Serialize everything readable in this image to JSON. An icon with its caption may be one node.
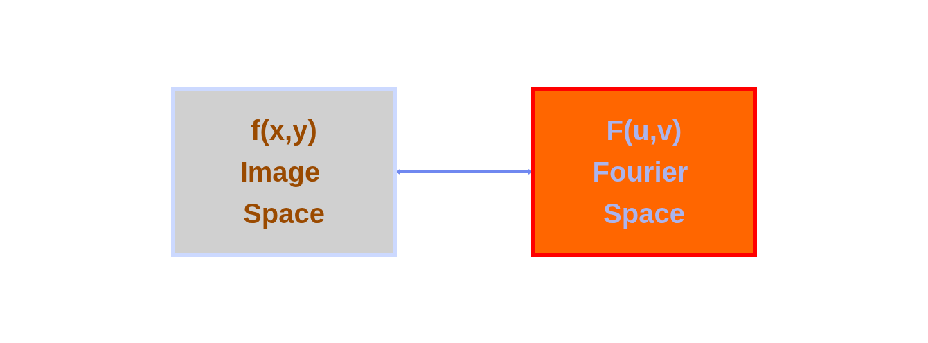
{
  "diagram": {
    "nodes": [
      {
        "text": [
          "f(x,y)",
          "Image Space"
        ]
      },
      {
        "text": [
          "F(u,v)",
          "Fourier Space"
        ]
      }
    ],
    "edges": [
      {
        "from": 0,
        "to": 1,
        "arrow": "both",
        "color": "#7088f0"
      }
    ]
  }
}
